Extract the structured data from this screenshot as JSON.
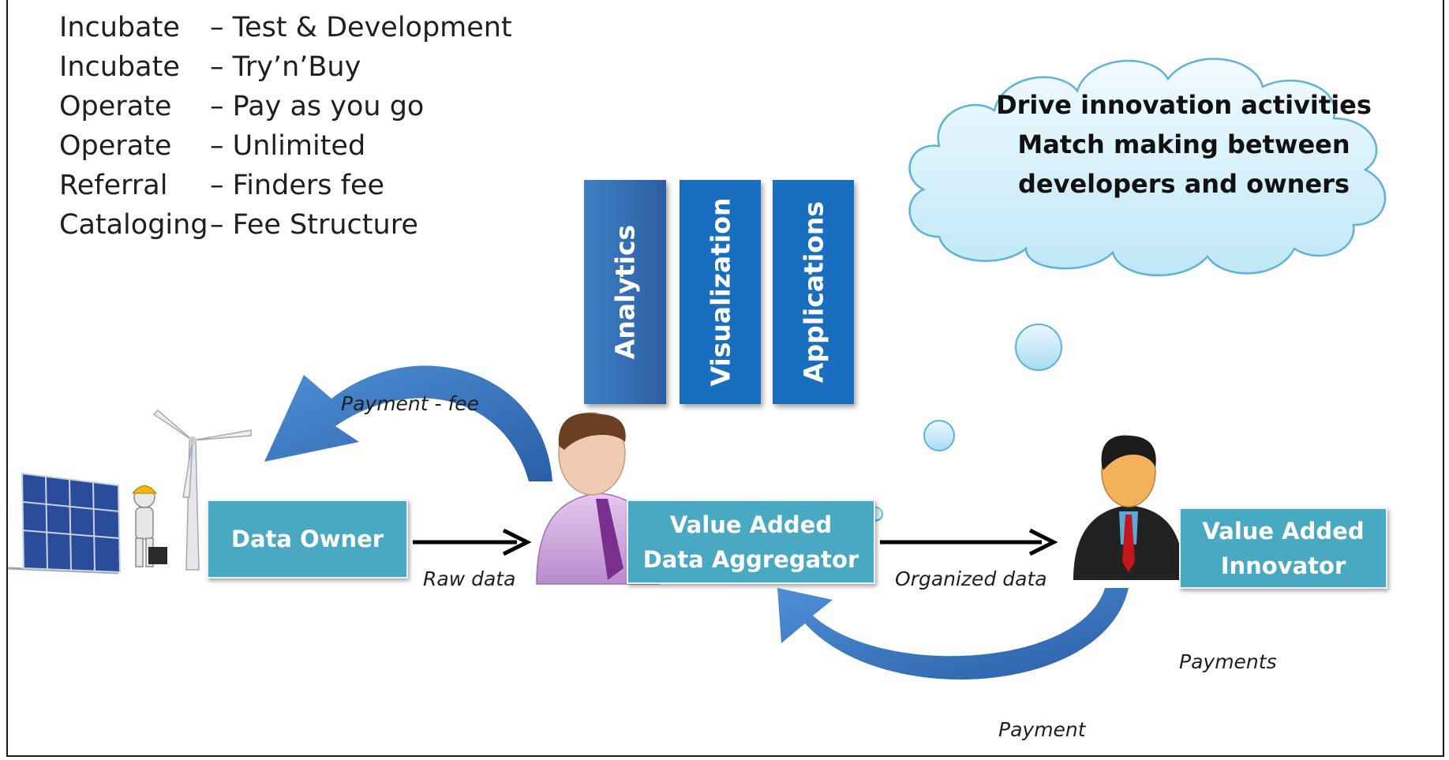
{
  "revenue_models": [
    {
      "name": "Incubate",
      "desc": "– Test & Development"
    },
    {
      "name": "Incubate",
      "desc": "– Try’n’Buy"
    },
    {
      "name": "Operate",
      "desc": "– Pay as you go"
    },
    {
      "name": "Operate",
      "desc": "– Unlimited"
    },
    {
      "name": "Referral",
      "desc": "– Finders fee"
    },
    {
      "name": "Cataloging",
      "desc": "– Fee Structure"
    }
  ],
  "cloud": {
    "lines": [
      "Drive innovation activities",
      "Match making between",
      "developers and owners"
    ]
  },
  "boxes": {
    "data_owner": "Data Owner",
    "aggregator_line1": "Value Added",
    "aggregator_line2": "Data Aggregator",
    "innovator_line1": "Value Added",
    "innovator_line2": "Innovator"
  },
  "pillars": {
    "analytics": "Analytics",
    "visualization": "Visualization",
    "applications": "Applications"
  },
  "flows": {
    "payment_fee": "Payment - fee",
    "raw_data": "Raw data",
    "organized_data": "Organized data",
    "payments": "Payments",
    "payment": "Payment"
  },
  "colors": {
    "box_fill": "#4aa9c2",
    "pillar_blue": "#1a6ec0",
    "arrow_blue": "#3a72bf",
    "cloud_fill": "#d3f1fb",
    "cloud_stroke": "#5fb3d6"
  }
}
